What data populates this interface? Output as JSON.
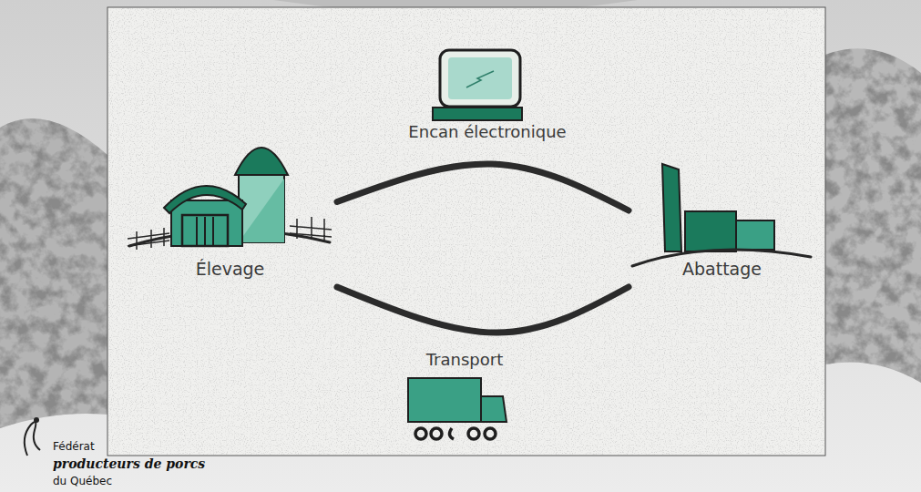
{
  "diagram": {
    "nodes": [
      {
        "text": [
          "Élevage"
        ]
      },
      {
        "text": [
          "Abattage"
        ]
      }
    ],
    "edges": [
      {
        "from": 0,
        "to": 1,
        "arrow": "none",
        "label": "Encan électronique"
      },
      {
        "from": 0,
        "to": 1,
        "arrow": "none",
        "label": "Transport"
      }
    ],
    "labels": [
      "Fédérat",
      "producteurs de porcs",
      "du Québec"
    ]
  }
}
